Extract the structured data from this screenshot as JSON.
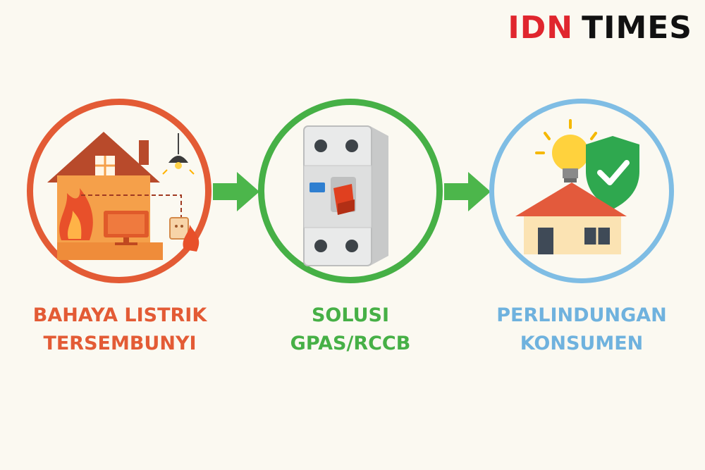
{
  "brand": {
    "idn": "IDN",
    "times": "TIMES"
  },
  "colors": {
    "danger": "#e35b35",
    "solution": "#46b046",
    "protection": "#7fbde4",
    "arrow": "#4cb64b",
    "brand_red": "#e0262e"
  },
  "steps": [
    {
      "line1": "BAHAYA LISTRIK",
      "line2": "TERSEMBUNYI",
      "icon": "house-fire-icon"
    },
    {
      "line1": "SOLUSI",
      "line2": "GPAS/RCCB",
      "icon": "circuit-breaker-icon"
    },
    {
      "line1": "PERLINDUNGAN",
      "line2": "KONSUMEN",
      "icon": "safe-house-icon"
    }
  ]
}
